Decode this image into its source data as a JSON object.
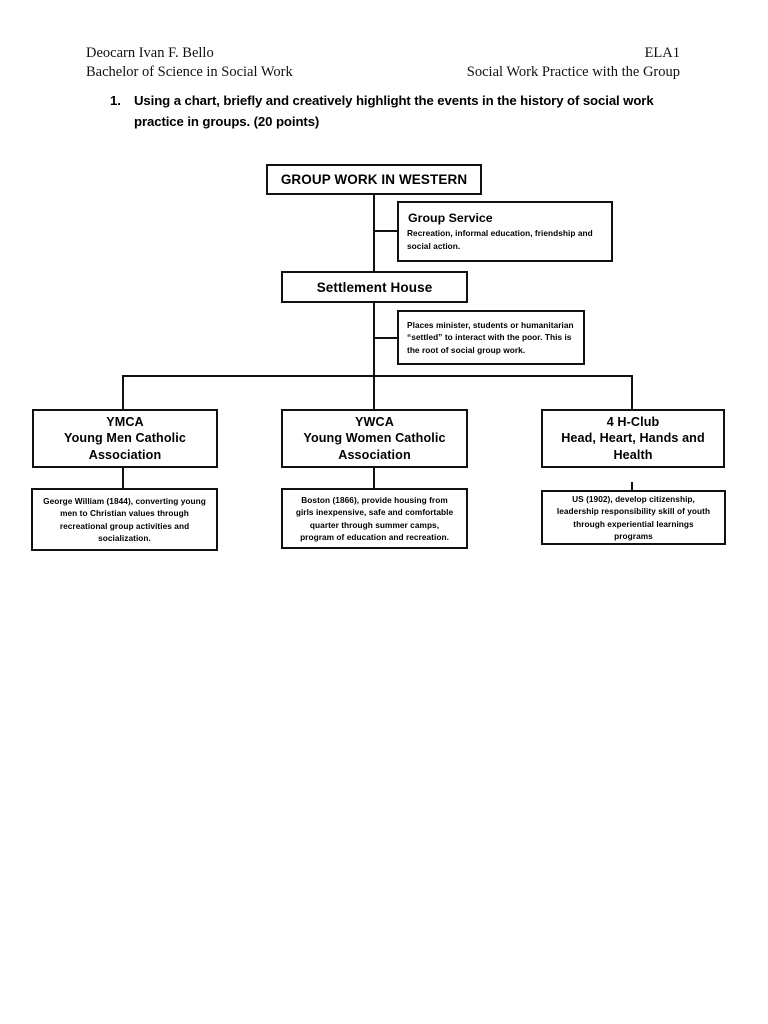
{
  "header": {
    "name": "Deocarn Ivan F. Bello",
    "course_code": "ELA1",
    "program": "Bachelor of Science in Social Work",
    "subject": "Social Work Practice with the Group"
  },
  "instruction": {
    "number": "1.",
    "text": "Using a chart, briefly and creatively highlight the events in the history of social work practice in groups. (20 points)"
  },
  "chart_data": {
    "type": "diagram",
    "title": "GROUP WORK IN WESTERN",
    "root": {
      "label": "GROUP WORK IN WESTERN"
    },
    "branches": [
      {
        "label": "Group Service",
        "description": "Recreation, informal education, friendship and social action."
      },
      {
        "label": "Settlement House",
        "description": "Places minister, students or humanitarian “settled” to interact with the poor. This is the root of social group work."
      }
    ],
    "organizations": [
      {
        "abbr": "YMCA",
        "full_name": "Young Men Catholic Association",
        "description": "George William (1844), converting young men to Christian values through recreational group activities and socialization."
      },
      {
        "abbr": "YWCA",
        "full_name": "Young Women Catholic Association",
        "description": "Boston (1866), provide housing from girls inexpensive, safe and comfortable quarter through summer camps, program of education and recreation."
      },
      {
        "abbr": "4 H-Club",
        "full_name": "Head, Heart, Hands and Health",
        "description": "US (1902), develop citizenship, leadership responsibility skill of youth through experiential learnings programs"
      }
    ]
  }
}
